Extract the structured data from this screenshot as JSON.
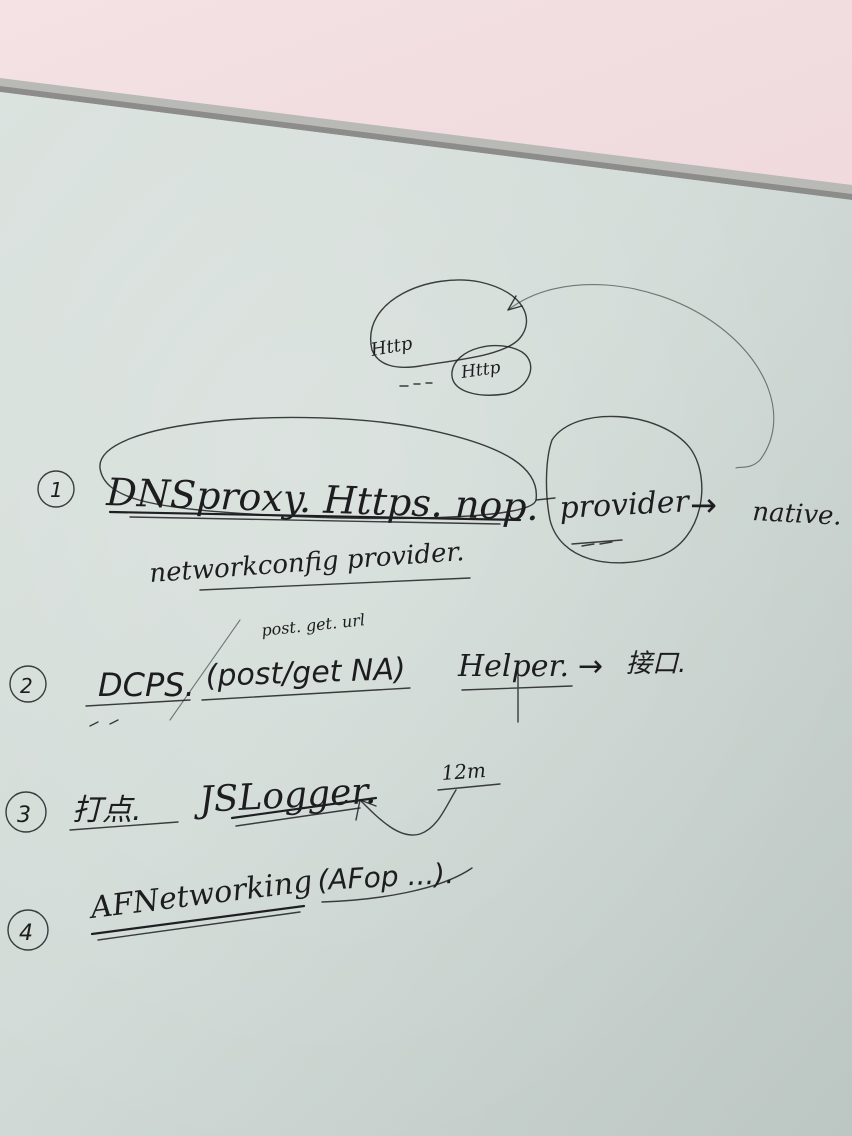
{
  "board": {
    "top_notes": {
      "a": "Http",
      "b": "Http"
    },
    "items": [
      {
        "number": "1",
        "main": "DNSproxy. Https. nop.",
        "sub": "networkconfig provider.",
        "provider": "provider",
        "arrow": "→",
        "target": "native."
      },
      {
        "number": "2",
        "main": "DCPS.",
        "paren": "(post/get NA)",
        "note_above": "post. get. url",
        "helper": "Helper.",
        "arrow": "→",
        "target": "接口."
      },
      {
        "number": "3",
        "main": "打点.",
        "secondary": "JSLogger.",
        "note": "12m"
      },
      {
        "number": "4",
        "main": "AFNetworking",
        "paren": "(AFop ...)."
      }
    ]
  }
}
